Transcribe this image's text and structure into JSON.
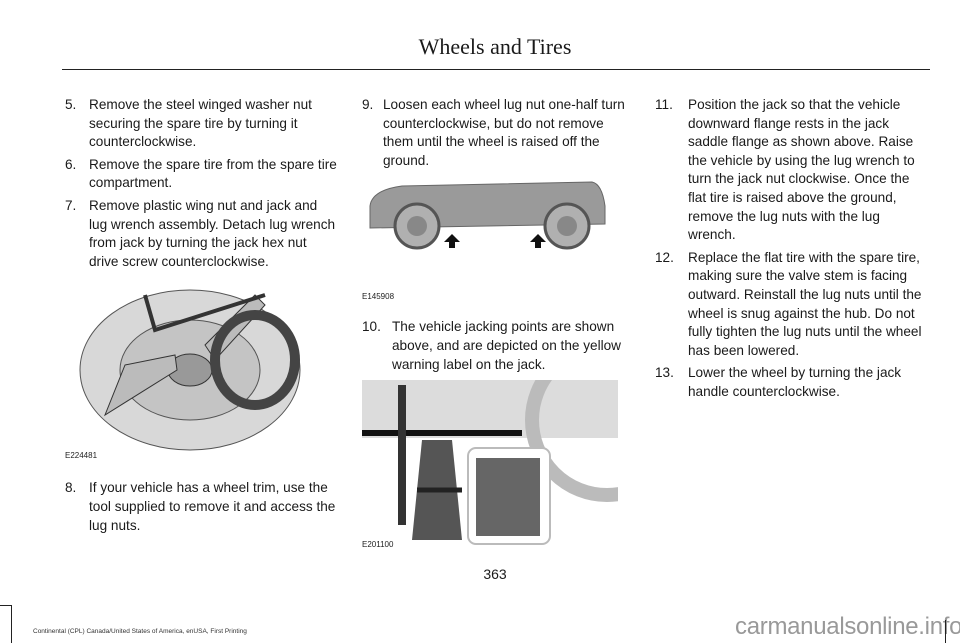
{
  "header": {
    "title": "Wheels and Tires"
  },
  "columns": {
    "col1": [
      {
        "num": "5.",
        "text": "Remove the steel winged washer nut securing the spare tire by turning it counterclockwise."
      },
      {
        "num": "6.",
        "text": "Remove the spare tire from the spare tire compartment."
      },
      {
        "num": "7.",
        "text": "Remove plastic wing nut and jack and lug wrench assembly. Detach lug wrench from jack by turning the jack hex nut drive screw counterclockwise."
      },
      {
        "num": "8.",
        "text": "If your vehicle has a wheel trim, use the tool supplied to remove it and access the lug nuts."
      }
    ],
    "col2": [
      {
        "num": "9.",
        "text": "Loosen each wheel lug nut one-half turn counterclockwise, but do not remove them until the wheel is raised off the ground."
      },
      {
        "num": "10.",
        "text": "The vehicle jacking points are shown above, and are depicted on the yellow warning label on the jack."
      }
    ],
    "col3": [
      {
        "num": "11.",
        "text": "Position the jack so that the vehicle downward flange rests in the jack saddle flange as shown above. Raise the vehicle by using the lug wrench to turn the jack nut clockwise. Once the flat tire is raised above the ground, remove the lug nuts with the lug wrench."
      },
      {
        "num": "12.",
        "text": "Replace the flat tire with the spare tire, making sure the valve stem is facing outward. Reinstall the lug nuts until the wheel is snug against the hub. Do not fully tighten the lug nuts until the wheel has been lowered."
      },
      {
        "num": "13.",
        "text": "Lower the wheel by turning the jack handle counterclockwise."
      }
    ]
  },
  "figures": {
    "spare": "E224481",
    "car": "E145908",
    "jack": "E201100"
  },
  "page_number": "363",
  "footer": "Continental (CPL) Canada/United States of America, enUSA, First Printing",
  "watermark": "carmanualsonline.info"
}
